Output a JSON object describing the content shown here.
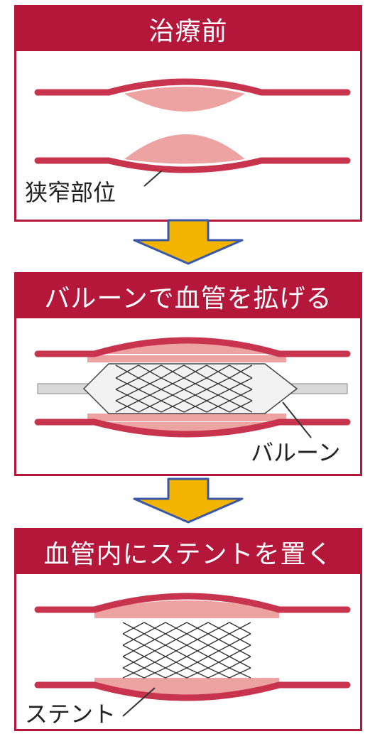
{
  "panels": {
    "before": {
      "title": "治療前",
      "label": "狭窄部位"
    },
    "balloon": {
      "title": "バルーンで血管を拡げる",
      "label": "バルーン"
    },
    "stent": {
      "title": "血管内にステントを置く",
      "label": "ステント"
    }
  },
  "colors": {
    "brand_red": "#b5173a",
    "vessel_wall": "#c8344e",
    "plaque_pink": "#eea3a3",
    "arrow_yellow": "#f3b400",
    "arrow_outline": "#3b58a8"
  }
}
